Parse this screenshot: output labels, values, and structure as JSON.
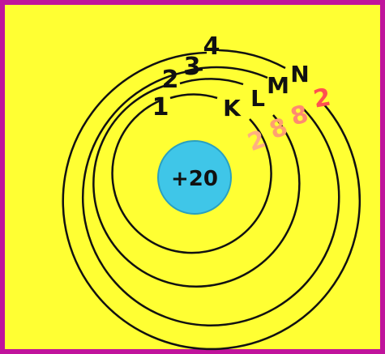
{
  "diagram": {
    "nucleus": {
      "label": "+20",
      "fill": "#3fc6e8"
    },
    "shells": [
      {
        "number": "1",
        "letter": "K",
        "electrons": "2"
      },
      {
        "number": "2",
        "letter": "L",
        "electrons": "8"
      },
      {
        "number": "3",
        "letter": "M",
        "electrons": "8"
      },
      {
        "number": "4",
        "letter": "N",
        "electrons": "2"
      }
    ],
    "colors": {
      "background": "#ffff33",
      "border": "#c0139c",
      "shell_lines": "#111111",
      "electrons_inner": "#ffb080",
      "electrons_outer": "#ff5050"
    }
  }
}
